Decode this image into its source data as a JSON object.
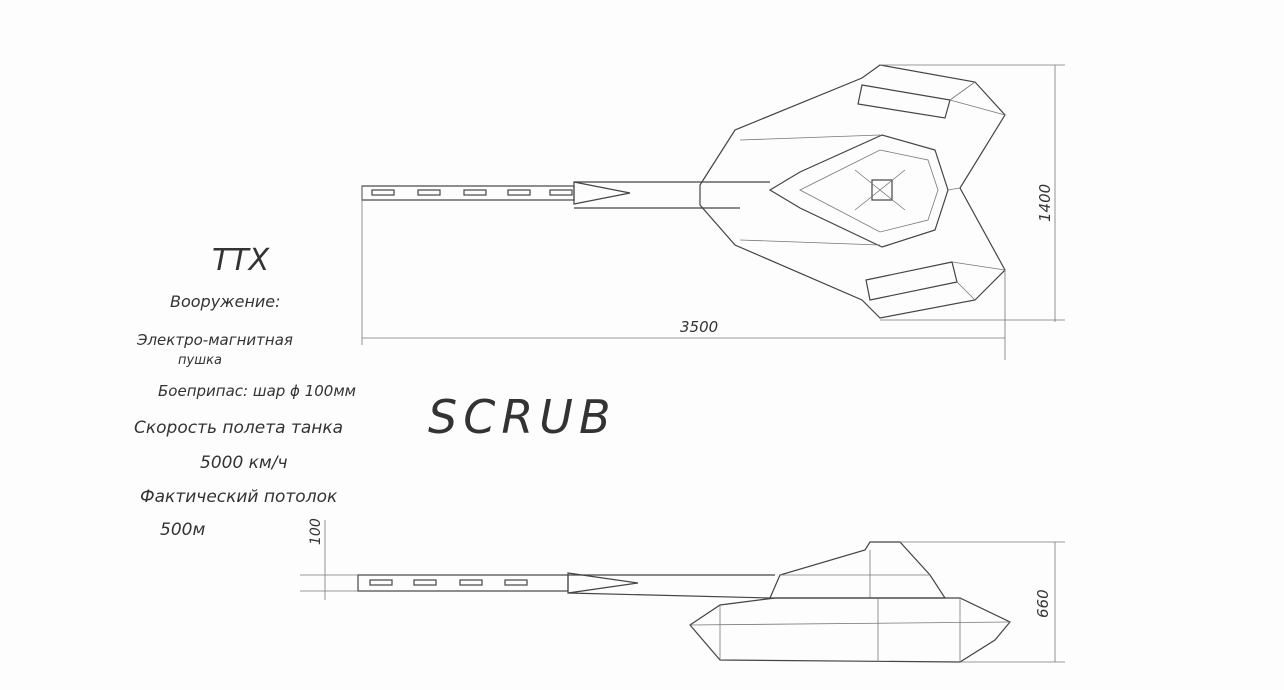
{
  "title": "SCRUB",
  "specs": {
    "heading": "ТТХ",
    "armament_label": "Вооружение:",
    "armament_value_line1": "Электро-магнитная",
    "armament_value_line2": "пушка",
    "ammo": "Боеприпас: шар ϕ 100мм",
    "speed_label": "Скорость полета танка",
    "speed_value": "5000 км/ч",
    "ceiling_label": "Фактический потолок",
    "ceiling_value": "500м"
  },
  "dimensions": {
    "length": "3500",
    "width": "1400",
    "height": "660",
    "barrel_offset": "100"
  }
}
